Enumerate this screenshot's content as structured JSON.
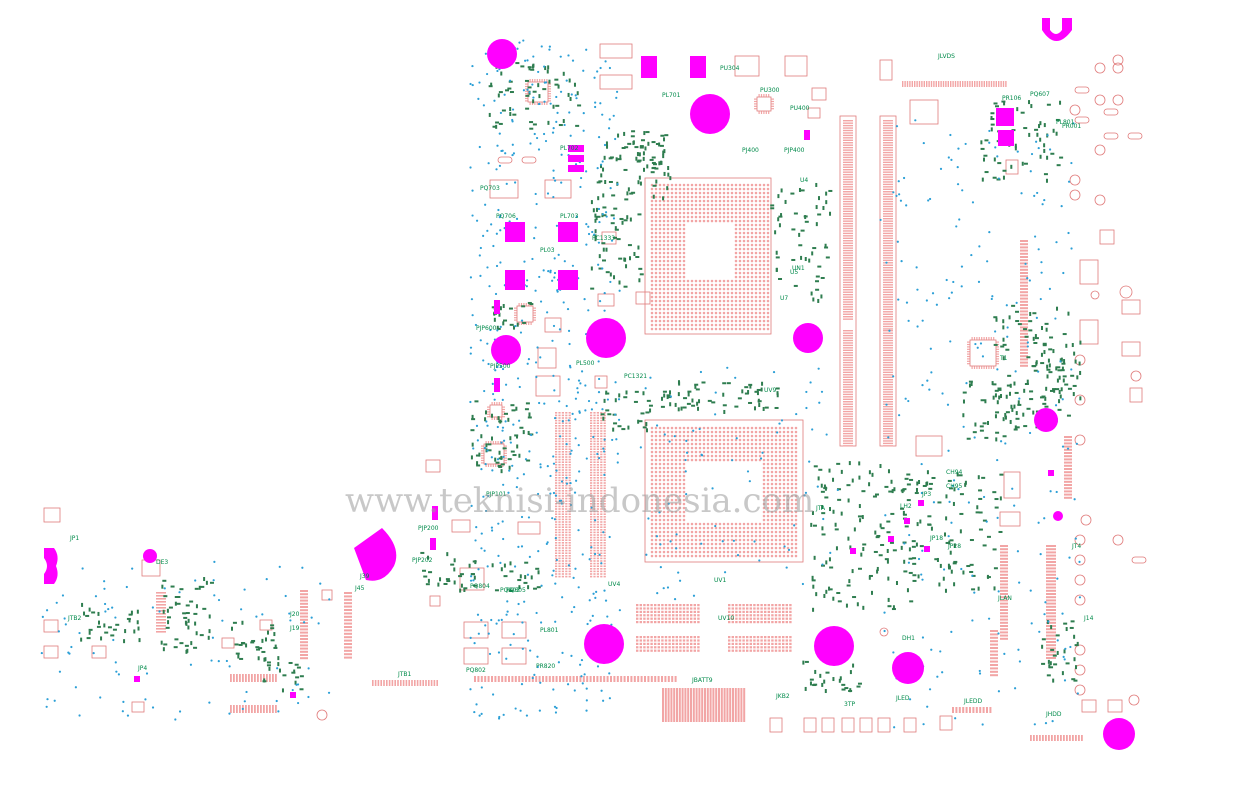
{
  "watermark": "www.teknisi-indonesia.com",
  "colors": {
    "background": "#ffffff",
    "outline": "#e07a7a",
    "pad": "#f2a5a5",
    "mount": "#ff00ff",
    "label": "#008a4a",
    "via": "#2b9fd6",
    "smd": "#2e7d4f"
  },
  "labels": [
    "PC1333",
    "PL500",
    "PC1321",
    "PJP600",
    "PJP500",
    "PL702",
    "PL701",
    "PL703",
    "PQ703",
    "PQ706",
    "PJP400",
    "PJ400",
    "PU300",
    "PU400",
    "PU304",
    "PL03",
    "PJP101",
    "PJP200",
    "PJP202",
    "PQ804",
    "PQ805",
    "PQ802",
    "PL801",
    "PR820",
    "PQ803",
    "JTB1",
    "JTB2",
    "JBATT9",
    "JKB2",
    "JLED",
    "JLEDD",
    "JHDD",
    "3TP",
    "DH1",
    "JP4",
    "JP28",
    "JP3",
    "JP18",
    "JTA",
    "JT4",
    "JLVDS",
    "PR106",
    "PQ607",
    "PL801",
    "PR001",
    "UV1",
    "UV4",
    "UV10",
    "UV9",
    "UN1",
    "LH2",
    "CH94",
    "CH95",
    "JLAN",
    "J14",
    "J20",
    "J19",
    "J45",
    "J39",
    "T1",
    "U4",
    "U5",
    "U7",
    "DE3",
    "JP1"
  ]
}
